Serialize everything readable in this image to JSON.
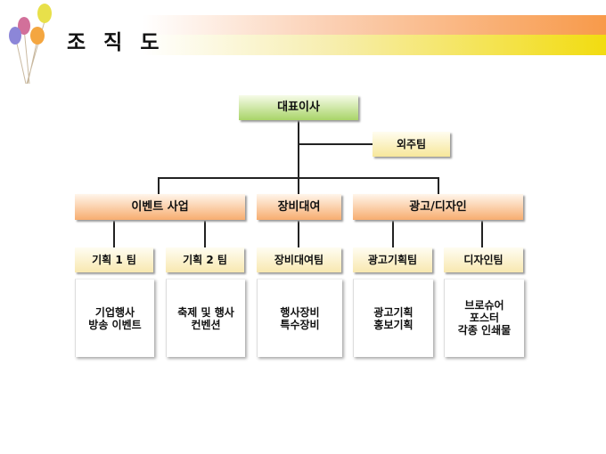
{
  "title": "조 직 도",
  "ceo": "대표이사",
  "outsource": "외주팀",
  "divisions": [
    "이벤트 사업",
    "장비대여",
    "광고/디자인"
  ],
  "teams": [
    "기획 1 팀",
    "기획 2 팀",
    "장비대여팀",
    "광고기획팀",
    "디자인팀"
  ],
  "descriptions": [
    [
      "기업행사",
      "방송 이벤트"
    ],
    [
      "축제 및 행사",
      "컨벤션"
    ],
    [
      "행사장비",
      "특수장비"
    ],
    [
      "광고기획",
      "홍보기획"
    ],
    [
      "브로슈어",
      "포스터",
      "각종 인쇄물"
    ]
  ]
}
